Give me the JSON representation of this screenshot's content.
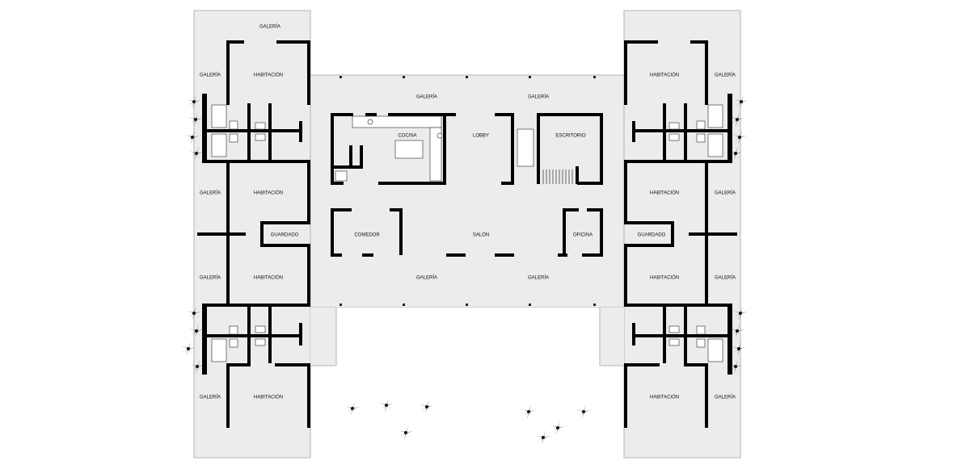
{
  "plan": {
    "labels": {
      "galeria": "GALERÍA",
      "habitacion": "HABITACIÓN",
      "guardado": "GUARDADO",
      "cocina": "COCINA",
      "lobby": "LOBBY",
      "escritorio": "ESCRITORIO",
      "comedor": "COMEDOR",
      "salon": "SALÓN",
      "oficina": "OFICINA"
    },
    "colors": {
      "floor": "#ececec",
      "wall": "#000000",
      "outline": "#b5b5b5"
    }
  }
}
